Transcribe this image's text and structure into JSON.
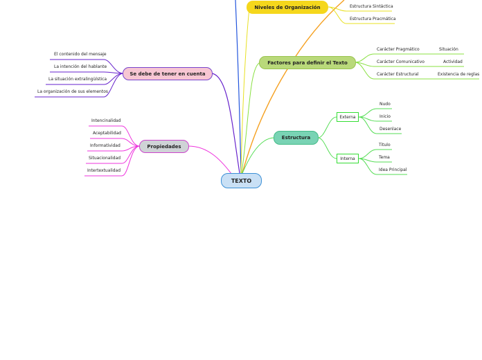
{
  "central": {
    "label": "TEXTO"
  },
  "niveles": {
    "label": "Niveles de Organización",
    "items": [
      "Estructura Sintáctica",
      "Estructura Pracmática"
    ]
  },
  "factores": {
    "label": "Factores para definir el Texto",
    "items": [
      {
        "label": "Carácter Pragmático",
        "sub": "Situación"
      },
      {
        "label": "Carácter Comunicativo",
        "sub": "Actividad"
      },
      {
        "label": "Carácter Estructural",
        "sub": "Existencia de reglas"
      }
    ]
  },
  "estructura": {
    "label": "Estructura",
    "externa": {
      "label": "Externa",
      "items": [
        "Nudo",
        "Inicio",
        "Desenlace"
      ]
    },
    "interna": {
      "label": "Interna",
      "items": [
        "Titulo",
        "Tema",
        "Idea Principal"
      ]
    }
  },
  "se_debe": {
    "label": "Se debe de tener en cuenta",
    "items": [
      "El contenido del mensaje",
      "La intención del hablante",
      "La situación extralingüística",
      "La organización de sus elementos"
    ]
  },
  "propiedades": {
    "label": "Propiedades",
    "items": [
      "Intencinalidad",
      "Aceptabilidad",
      "Informatividad",
      "Situacionalidad",
      "Intertextualidad"
    ]
  },
  "colors": {
    "central_fill": "#c9e0f5",
    "central_border": "#3a8fd6",
    "niveles": "#f5d71c",
    "factores": "#b9d97a",
    "estructura": "#79d3b4",
    "se_debe": "#f7c6d3",
    "propiedades": "#cfd3d6",
    "blue_branch": "#2255dd",
    "orange_branch": "#f5a020",
    "green_branch": "#88e040",
    "purple_branch": "#6622cc",
    "magenta_branch": "#ee33dd",
    "yellow_branch": "#e8e020"
  }
}
